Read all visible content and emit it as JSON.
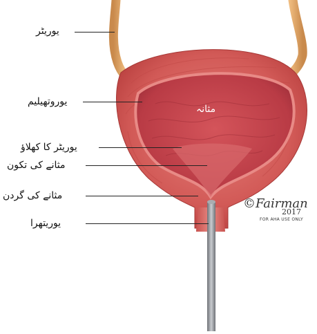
{
  "labels": {
    "ureter": "یوریٹر",
    "urothelium": "یوروتھیلیم",
    "bladder": "مثانہ",
    "ureter_opening": "یوریٹر کا کھلاؤ",
    "trigone": "مثانے کی تکون",
    "bladder_neck": "مثانے کی گردن",
    "urethra": "یوریتھرا"
  },
  "signature": {
    "artist": "©Fairman",
    "year": "2017",
    "note": "FOR AHA USE ONLY"
  },
  "colors": {
    "muscle": "#d9625e",
    "muscle_dark": "#b8413f",
    "lining": "#c94d53",
    "lining_light": "#e88a86",
    "ureter": "#e3a768",
    "catheter": "#8c8f94"
  }
}
